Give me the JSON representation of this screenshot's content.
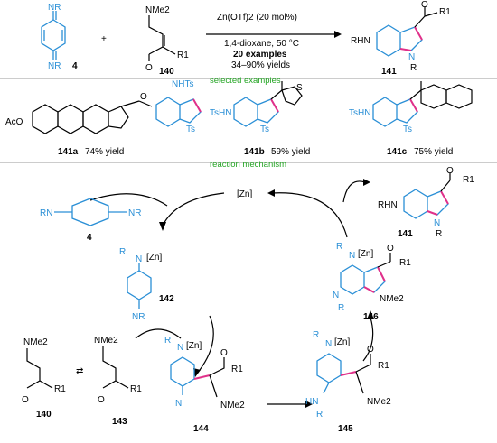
{
  "header": {
    "reagent": "4",
    "partner": "140",
    "product": "141",
    "condition_line1": "Zn(OTf)2 (20 mol%)",
    "condition_line2": "1,4-dioxane, 50 °C",
    "condition_line3": "20 examples",
    "condition_line4": "34–90% yields"
  },
  "sections": {
    "examples": "selected examples",
    "mechanism": "reaction mechanism"
  },
  "examples": [
    {
      "label": "141a",
      "yield": "74% yield"
    },
    {
      "label": "141b",
      "yield": "59% yield"
    },
    {
      "label": "141c",
      "yield": "75% yield"
    }
  ],
  "cycle": {
    "catalyst": "[Zn]",
    "intermediates": [
      "142",
      "143",
      "144",
      "145",
      "146"
    ],
    "quinone": "4",
    "enaminone": "140",
    "product": "141"
  },
  "atom_labels": {
    "NR": "NR",
    "RN": "RN",
    "RHN": "RHN",
    "NMe2": "NMe2",
    "R1": "R1",
    "O": "O",
    "N": "N",
    "R": "R",
    "NHTs": "NHTs",
    "TsHN": "TsHN",
    "Ts": "Ts",
    "AcO": "AcO",
    "Zn": "[Zn]",
    "NH": "HN",
    "S": "S"
  },
  "colors": {
    "bond_black": "#000000",
    "bond_blue": "#2a8fd6",
    "bond_pink": "#e0308a",
    "section_green": "#26a626",
    "divider": "#999999"
  }
}
